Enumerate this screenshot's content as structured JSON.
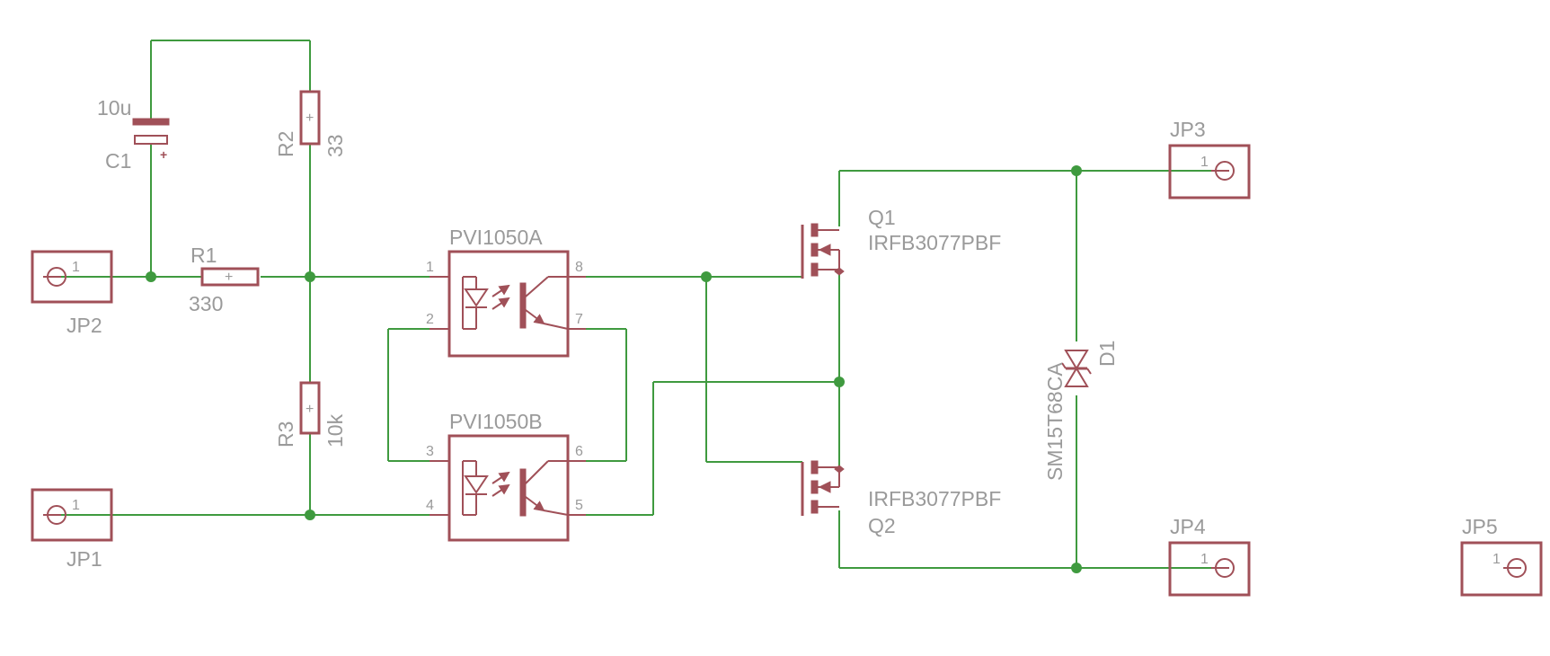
{
  "colors": {
    "wire": "#3f9a3f",
    "part": "#a05058",
    "text": "#9a9a9a",
    "background": "#ffffff"
  },
  "connectors": {
    "jp1": {
      "name": "JP1",
      "pin": "1"
    },
    "jp2": {
      "name": "JP2",
      "pin": "1"
    },
    "jp3": {
      "name": "JP3",
      "pin": "1"
    },
    "jp4": {
      "name": "JP4",
      "pin": "1"
    },
    "jp5": {
      "name": "JP5",
      "pin": "1"
    }
  },
  "capacitor": {
    "name": "C1",
    "value": "10u",
    "polarity": "+"
  },
  "resistors": {
    "r1": {
      "name": "R1",
      "value": "330",
      "mark": "+"
    },
    "r2": {
      "name": "R2",
      "value": "33",
      "mark": "+"
    },
    "r3": {
      "name": "R3",
      "value": "10k",
      "mark": "+"
    }
  },
  "optocouplers": {
    "a": {
      "name": "PVI1050A",
      "pins": [
        "1",
        "2",
        "8",
        "7"
      ]
    },
    "b": {
      "name": "PVI1050B",
      "pins": [
        "3",
        "4",
        "6",
        "5"
      ]
    }
  },
  "mosfets": {
    "q1": {
      "name": "Q1",
      "value": "IRFB3077PBF"
    },
    "q2": {
      "name": "Q2",
      "value": "IRFB3077PBF"
    }
  },
  "diode": {
    "name": "D1",
    "value": "SM15T68CA"
  }
}
